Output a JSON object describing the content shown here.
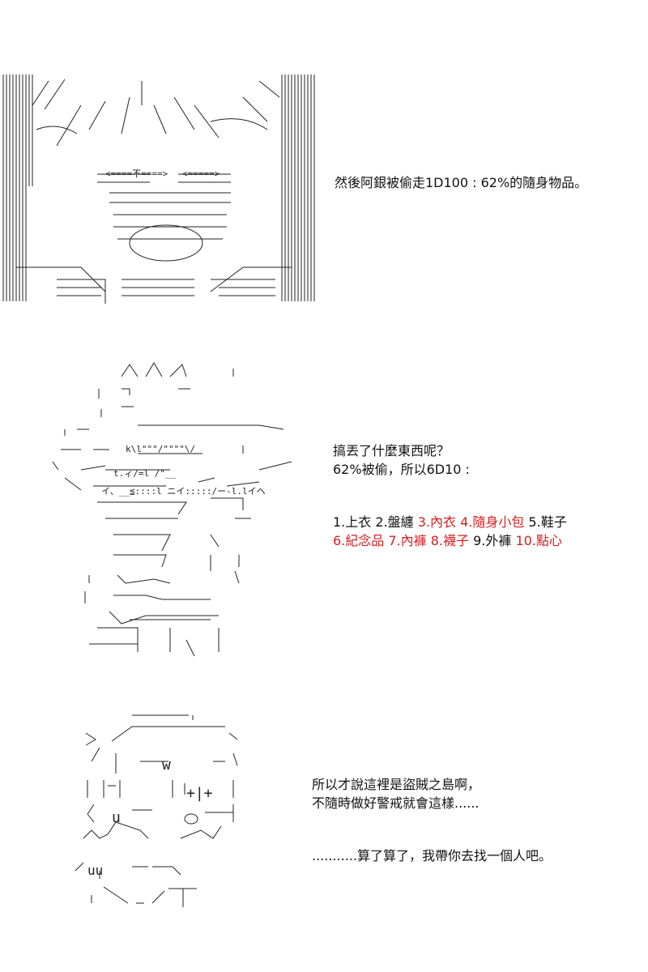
{
  "panel1": {
    "line1": "然後阿銀被偷走1D100 : 62%的隨身物品。"
  },
  "panel2": {
    "line1": "搞丟了什麼東西呢？",
    "line2": "62%被偷，所以6D10 :",
    "items_line1": [
      {
        "text": "1.上衣 2.盤纏 ",
        "highlight": false
      },
      {
        "text": "3.內衣 4.隨身小包",
        "highlight": true
      },
      {
        "text": " 5.鞋子",
        "highlight": false
      }
    ],
    "items_line2": [
      {
        "text": "6.紀念品 7.內褲 8.襪子",
        "highlight": true
      },
      {
        "text": " 9.外褲 ",
        "highlight": false
      },
      {
        "text": "10.點心",
        "highlight": true
      }
    ]
  },
  "panel3": {
    "line1": "所以才說這裡是盜賊之島啊，",
    "line2": "不隨時做好警戒就會這樣......",
    "line3": "...........算了算了，我帶你去找一個人吧。"
  },
  "colors": {
    "highlight": "#d42020",
    "text": "#111111",
    "background": "#ffffff"
  }
}
